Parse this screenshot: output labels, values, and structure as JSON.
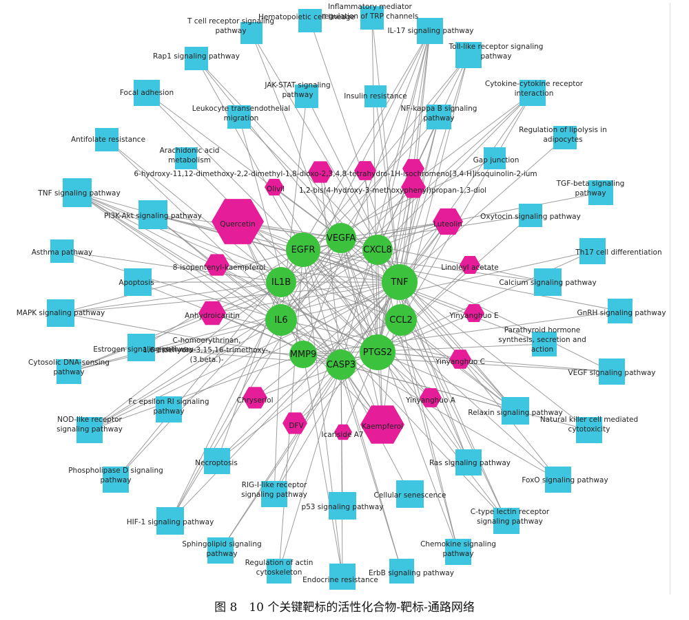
{
  "caption": "图 8　10 个关键靶标的活性化合物-靶标-通路网络",
  "colors": {
    "pathway": "#3ec6e0",
    "compound": "#e61d99",
    "target": "#3cc23c",
    "edge": "#8c8c8c"
  },
  "pathways": [
    {
      "id": "p_hema",
      "label": [
        "Hematopoietic cell lineage"
      ]
    },
    {
      "id": "p_inflam",
      "label": [
        "Inflammatory mediator",
        "regulation of TRP channels"
      ]
    },
    {
      "id": "p_tcr",
      "label": [
        "T cell receptor signaling",
        "pathway"
      ]
    },
    {
      "id": "p_il17",
      "label": [
        "IL-17 signaling pathway"
      ]
    },
    {
      "id": "p_rap1",
      "label": [
        "Rap1 signaling pathway"
      ]
    },
    {
      "id": "p_tlr",
      "label": [
        "Toll-like receptor signaling",
        "pathway"
      ]
    },
    {
      "id": "p_focal",
      "label": [
        "Focal adhesion"
      ]
    },
    {
      "id": "p_jak",
      "label": [
        "JAK-STAT signaling",
        "pathway"
      ]
    },
    {
      "id": "p_insulin",
      "label": [
        "Insulin resistance"
      ]
    },
    {
      "id": "p_cytok",
      "label": [
        "Cytokine-cytokine receptor",
        "interaction"
      ]
    },
    {
      "id": "p_leuko",
      "label": [
        "Leukocyte transendothelial",
        "migration"
      ]
    },
    {
      "id": "p_nfkb",
      "label": [
        "NF-kappa B signaling",
        "pathway"
      ]
    },
    {
      "id": "p_lipo",
      "label": [
        "Regulation of lipolysis in",
        "adipocytes"
      ]
    },
    {
      "id": "p_antifol",
      "label": [
        "Antifolate resistance"
      ]
    },
    {
      "id": "p_gap",
      "label": [
        "Gap junction"
      ]
    },
    {
      "id": "p_arach",
      "label": [
        "Arachidonic acid",
        "metabolism"
      ]
    },
    {
      "id": "p_tnf",
      "label": [
        "TNF signaling pathway"
      ]
    },
    {
      "id": "p_tgf",
      "label": [
        "TGF-beta signaling",
        "pathway"
      ]
    },
    {
      "id": "p_pi3k",
      "label": [
        "PI3K-Akt signaling pathway"
      ]
    },
    {
      "id": "p_oxy",
      "label": [
        "Oxytocin signaling pathway"
      ]
    },
    {
      "id": "p_asthma",
      "label": [
        "Asthma pathway"
      ]
    },
    {
      "id": "p_th17",
      "label": [
        "Th17 cell differentiation"
      ]
    },
    {
      "id": "p_apop",
      "label": [
        "Apoptosis"
      ]
    },
    {
      "id": "p_calc",
      "label": [
        "Calcium signaling pathway"
      ]
    },
    {
      "id": "p_mapk",
      "label": [
        "MAPK signaling pathway"
      ]
    },
    {
      "id": "p_gnrh",
      "label": [
        "GnRH signaling pathway"
      ]
    },
    {
      "id": "p_estro",
      "label": [
        "Estrogen signaling pathway"
      ]
    },
    {
      "id": "p_parath",
      "label": [
        "Parathyroid hormone",
        "synthesis, secretion and",
        "action"
      ]
    },
    {
      "id": "p_cytodna",
      "label": [
        "Cytosolic DNA-sensing",
        "pathway"
      ]
    },
    {
      "id": "p_vegf",
      "label": [
        "VEGF signaling pathway"
      ]
    },
    {
      "id": "p_fceri",
      "label": [
        "Fc epsilon RI signaling",
        "pathway"
      ]
    },
    {
      "id": "p_relax",
      "label": [
        "Relaxin signaling pathway"
      ]
    },
    {
      "id": "p_nod",
      "label": [
        "NOD-like receptor",
        "signaling pathway"
      ]
    },
    {
      "id": "p_nk",
      "label": [
        "Natural killer cell mediated",
        "cytotoxicity"
      ]
    },
    {
      "id": "p_necro",
      "label": [
        "Necroptosis"
      ]
    },
    {
      "id": "p_phosd",
      "label": [
        "Phospholipase D signaling",
        "pathway"
      ]
    },
    {
      "id": "p_ras",
      "label": [
        "Ras signaling pathway"
      ]
    },
    {
      "id": "p_foxo",
      "label": [
        "FoxO signaling pathway"
      ]
    },
    {
      "id": "p_rig",
      "label": [
        "RIG-I-like receptor",
        "signaling pathway"
      ]
    },
    {
      "id": "p_senes",
      "label": [
        "Cellular senescence"
      ]
    },
    {
      "id": "p_p53",
      "label": [
        "p53 signaling pathway"
      ]
    },
    {
      "id": "p_ctype",
      "label": [
        "C-type lectin receptor",
        "signaling pathway"
      ]
    },
    {
      "id": "p_hif",
      "label": [
        "HIF-1 signaling pathway"
      ]
    },
    {
      "id": "p_sphingo",
      "label": [
        "Sphingolipid signaling",
        "pathway"
      ]
    },
    {
      "id": "p_chemo",
      "label": [
        "Chemokine signaling",
        "pathway"
      ]
    },
    {
      "id": "p_actin",
      "label": [
        "Regulation of actin",
        "cytoskeleton"
      ]
    },
    {
      "id": "p_erbb",
      "label": [
        "ErbB signaling pathway"
      ]
    },
    {
      "id": "p_endo",
      "label": [
        "Endocrine resistance"
      ]
    }
  ],
  "compounds": [
    {
      "id": "c_olive",
      "label": [
        "Olivil"
      ]
    },
    {
      "id": "c_hexa1",
      "label": [
        "6-hydroxy-11,12-dimethoxy-2,2-dimethyl-1,8-dioxo-2,3,4,8-tetrahydro-1H-isochromeno[3,4-H]isoquinolin-2-ium"
      ]
    },
    {
      "id": "c_hexa2",
      "label": [
        ""
      ]
    },
    {
      "id": "c_hexa3",
      "label": [
        ""
      ]
    },
    {
      "id": "c_bis",
      "label": [
        "1,2-bis(4-hydroxy-3-methoxyphenyl)propan-1,3-diol"
      ]
    },
    {
      "id": "c_quer",
      "label": [
        "Quercetin"
      ]
    },
    {
      "id": "c_lut",
      "label": [
        "Luteolin"
      ]
    },
    {
      "id": "c_8iso",
      "label": [
        "8-isopentenyl-kaempferol"
      ]
    },
    {
      "id": "c_lino",
      "label": [
        "Linoleyl acetate"
      ]
    },
    {
      "id": "c_anhy",
      "label": [
        "Anhydroicaritin"
      ]
    },
    {
      "id": "c_yinE",
      "label": [
        "Yinyanghuo E"
      ]
    },
    {
      "id": "c_chomo",
      "label": [
        "C-homoerythrinan,",
        "1,6-didehydro-3,15,16-trimethoxy-,",
        "(3.beta.)-"
      ]
    },
    {
      "id": "c_yinC",
      "label": [
        "Yinyanghuo C"
      ]
    },
    {
      "id": "c_chry",
      "label": [
        "Chryseriol"
      ]
    },
    {
      "id": "c_yinA",
      "label": [
        "Yinyanghuo A"
      ]
    },
    {
      "id": "c_dfv",
      "label": [
        "DFV"
      ]
    },
    {
      "id": "c_ica",
      "label": [
        "Icariside A7"
      ]
    },
    {
      "id": "c_kaem",
      "label": [
        "Kaempferol"
      ]
    }
  ],
  "targets": [
    {
      "id": "t_vegfa",
      "label": "VEGFA"
    },
    {
      "id": "t_egfr",
      "label": "EGFR"
    },
    {
      "id": "t_cxcl8",
      "label": "CXCL8"
    },
    {
      "id": "t_il1b",
      "label": "IL1B"
    },
    {
      "id": "t_tnf",
      "label": "TNF"
    },
    {
      "id": "t_il6",
      "label": "IL6"
    },
    {
      "id": "t_ccl2",
      "label": "CCL2"
    },
    {
      "id": "t_mmp9",
      "label": "MMP9"
    },
    {
      "id": "t_ptgs2",
      "label": "PTGS2"
    },
    {
      "id": "t_casp3",
      "label": "CASP3"
    }
  ]
}
